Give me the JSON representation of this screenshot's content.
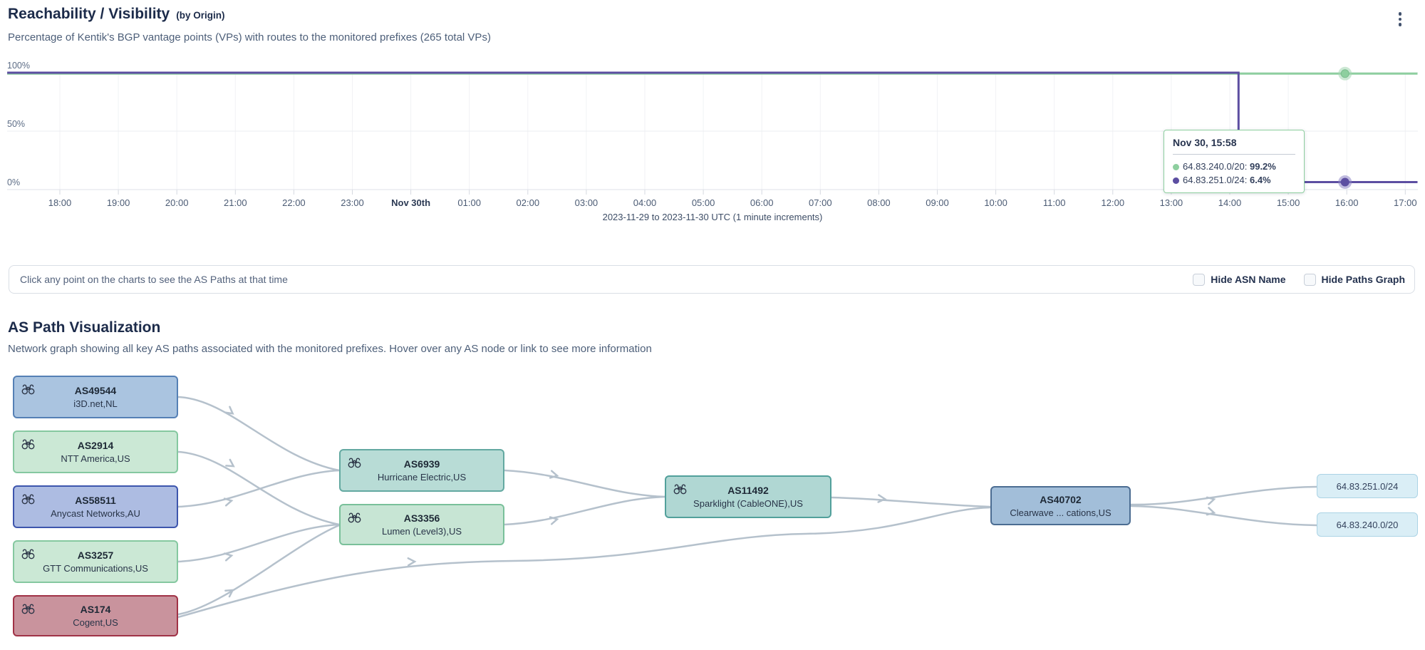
{
  "header": {
    "title": "Reachability / Visibility",
    "title_suffix": "(by Origin)",
    "subtitle": "Percentage of Kentik's BGP vantage points (VPs) with routes to the monitored prefixes (265 total VPs)",
    "menu_icon": "kebab-menu-icon"
  },
  "chart_data": {
    "type": "line",
    "title": "Reachability / Visibility (by Origin)",
    "caption": "2023-11-29 to 2023-11-30 UTC (1 minute increments)",
    "grid": true,
    "legend_position": "none",
    "ylim": [
      0,
      100
    ],
    "y_ticks": [
      {
        "label": "100%",
        "v": 100
      },
      {
        "label": "50%",
        "v": 50
      },
      {
        "label": "0%",
        "v": 0
      }
    ],
    "x_ticks": [
      {
        "label": "18:00",
        "bold": false
      },
      {
        "label": "19:00",
        "bold": false
      },
      {
        "label": "20:00",
        "bold": false
      },
      {
        "label": "21:00",
        "bold": false
      },
      {
        "label": "22:00",
        "bold": false
      },
      {
        "label": "23:00",
        "bold": false
      },
      {
        "label": "Nov 30th",
        "bold": true
      },
      {
        "label": "01:00",
        "bold": false
      },
      {
        "label": "02:00",
        "bold": false
      },
      {
        "label": "03:00",
        "bold": false
      },
      {
        "label": "04:00",
        "bold": false
      },
      {
        "label": "05:00",
        "bold": false
      },
      {
        "label": "06:00",
        "bold": false
      },
      {
        "label": "07:00",
        "bold": false
      },
      {
        "label": "08:00",
        "bold": false
      },
      {
        "label": "09:00",
        "bold": false
      },
      {
        "label": "10:00",
        "bold": false
      },
      {
        "label": "11:00",
        "bold": false
      },
      {
        "label": "12:00",
        "bold": false
      },
      {
        "label": "13:00",
        "bold": false
      },
      {
        "label": "14:00",
        "bold": false
      },
      {
        "label": "15:00",
        "bold": false
      },
      {
        "label": "16:00",
        "bold": false
      },
      {
        "label": "17:00",
        "bold": false
      }
    ],
    "series": [
      {
        "name": "64.83.240.0/20",
        "color": "#8ecf9f",
        "points": [
          {
            "t": -0.9,
            "v": 99.2
          },
          {
            "t": 23.21,
            "v": 99.2
          }
        ],
        "marker": {
          "t": 21.97,
          "v": 99.2,
          "halo": "#a3d6b0",
          "core": "#8ecf9f",
          "ring": "#79bd8d"
        }
      },
      {
        "name": "64.83.251.0/24",
        "color": "#5c4ea1",
        "points": [
          {
            "t": -0.9,
            "v": 100
          },
          {
            "t": 20.15,
            "v": 100
          },
          {
            "t": 20.15,
            "v": 6.4
          },
          {
            "t": 23.21,
            "v": 6.4
          }
        ],
        "marker": {
          "t": 21.97,
          "v": 6.4,
          "halo": "#8d83c4",
          "core": "#5c4ea1",
          "ring": "#5c4ea1"
        }
      }
    ],
    "tooltip": {
      "time": "Nov 30, 15:58",
      "rows": [
        {
          "label": "64.83.240.0/20:",
          "value": "99.2%",
          "color": "#8ecf9f"
        },
        {
          "label": "64.83.251.0/24:",
          "value": "6.4%",
          "color": "#5c4ea1"
        }
      ]
    }
  },
  "info_bar": {
    "message": "Click any point on the charts to see the AS Paths at that time",
    "checkboxes": [
      {
        "label": "Hide ASN Name",
        "checked": false
      },
      {
        "label": "Hide Paths Graph",
        "checked": false
      }
    ]
  },
  "as_path": {
    "title": "AS Path Visualization",
    "subtitle": "Network graph showing all key AS paths associated with the monitored prefixes. Hover over any AS node or link to see more information",
    "edge_color": "#b5c1cc",
    "nodes": [
      {
        "id": "AS49544",
        "asn": "AS49544",
        "name": "i3D.net,NL",
        "fill": "#aac4e0",
        "border": "#5580b5",
        "border_width": 2,
        "icon": "binoculars"
      },
      {
        "id": "AS2914",
        "asn": "AS2914",
        "name": "NTT America,US",
        "fill": "#cbe8d5",
        "border": "#85c8a0",
        "border_width": 2,
        "icon": "binoculars"
      },
      {
        "id": "AS58511",
        "asn": "AS58511",
        "name": "Anycast Networks,AU",
        "fill": "#adbce2",
        "border": "#3d55ad",
        "border_width": 2.5,
        "icon": "binoculars"
      },
      {
        "id": "AS3257",
        "asn": "AS3257",
        "name": "GTT Communications,US",
        "fill": "#cbe8d5",
        "border": "#85c8a0",
        "border_width": 2,
        "icon": "binoculars"
      },
      {
        "id": "AS174",
        "asn": "AS174",
        "name": "Cogent,US",
        "fill": "#c9939d",
        "border": "#a03246",
        "border_width": 2.5,
        "icon": "binoculars"
      },
      {
        "id": "AS6939",
        "asn": "AS6939",
        "name": "Hurricane Electric,US",
        "fill": "#b8dcd6",
        "border": "#63a9a1",
        "border_width": 2,
        "icon": "binoculars"
      },
      {
        "id": "AS3356",
        "asn": "AS3356",
        "name": "Lumen (Level3),US",
        "fill": "#c7e5d4",
        "border": "#79c09a",
        "border_width": 2,
        "icon": "binoculars"
      },
      {
        "id": "AS11492",
        "asn": "AS11492",
        "name": "Sparklight (CableONE),US",
        "fill": "#b0d7d3",
        "border": "#52a09b",
        "border_width": 2,
        "icon": "binoculars"
      },
      {
        "id": "AS40702",
        "asn": "AS40702",
        "name": "Clearwave ... cations,US",
        "fill": "#a2bed9",
        "border": "#4c6d92",
        "border_width": 2,
        "icon": null
      }
    ],
    "prefixes": [
      {
        "id": "P24",
        "label": "64.83.251.0/24"
      },
      {
        "id": "P20",
        "label": "64.83.240.0/20"
      }
    ],
    "edges": [
      [
        "AS49544",
        "AS6939"
      ],
      [
        "AS2914",
        "AS3356"
      ],
      [
        "AS58511",
        "AS6939"
      ],
      [
        "AS3257",
        "AS3356"
      ],
      [
        "AS174",
        "AS3356"
      ],
      [
        "AS174",
        "AS40702"
      ],
      [
        "AS6939",
        "AS11492"
      ],
      [
        "AS3356",
        "AS11492"
      ],
      [
        "AS11492",
        "AS40702"
      ],
      [
        "AS40702",
        "64.83.251.0/24"
      ],
      [
        "AS40702",
        "64.83.240.0/20"
      ]
    ]
  }
}
